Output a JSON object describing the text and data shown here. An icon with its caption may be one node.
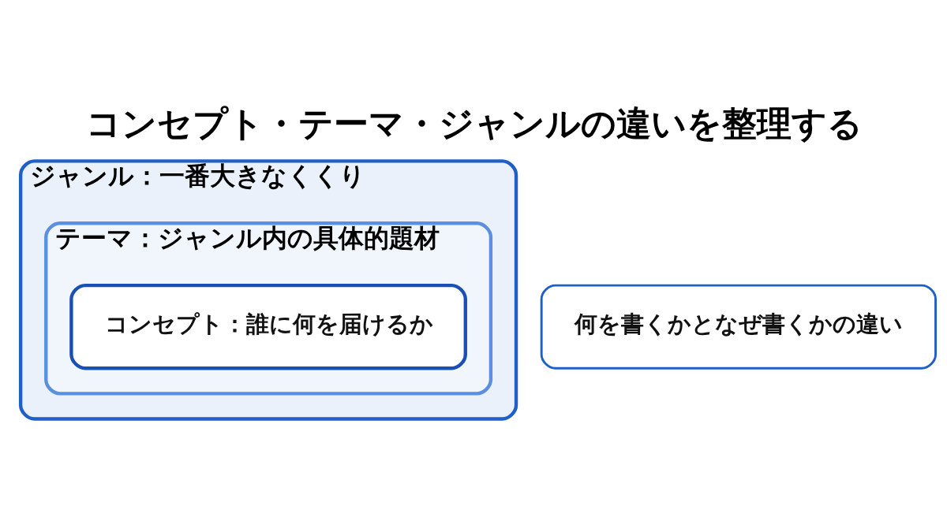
{
  "diagram": {
    "title": "コンセプト・テーマ・ジャンルの違いを整理する",
    "nodes": [
      {
        "text": [
          "ジャンル：一番大きなくくり"
        ]
      },
      {
        "text": [
          "テーマ：ジャンル内の具体的題材"
        ],
        "in": 0
      },
      {
        "text": [
          "コンセプト：誰に何を届けるか"
        ],
        "in": 1
      },
      {
        "text": [
          "何を書くかとなぜ書くかの違い"
        ]
      }
    ],
    "edges": []
  }
}
